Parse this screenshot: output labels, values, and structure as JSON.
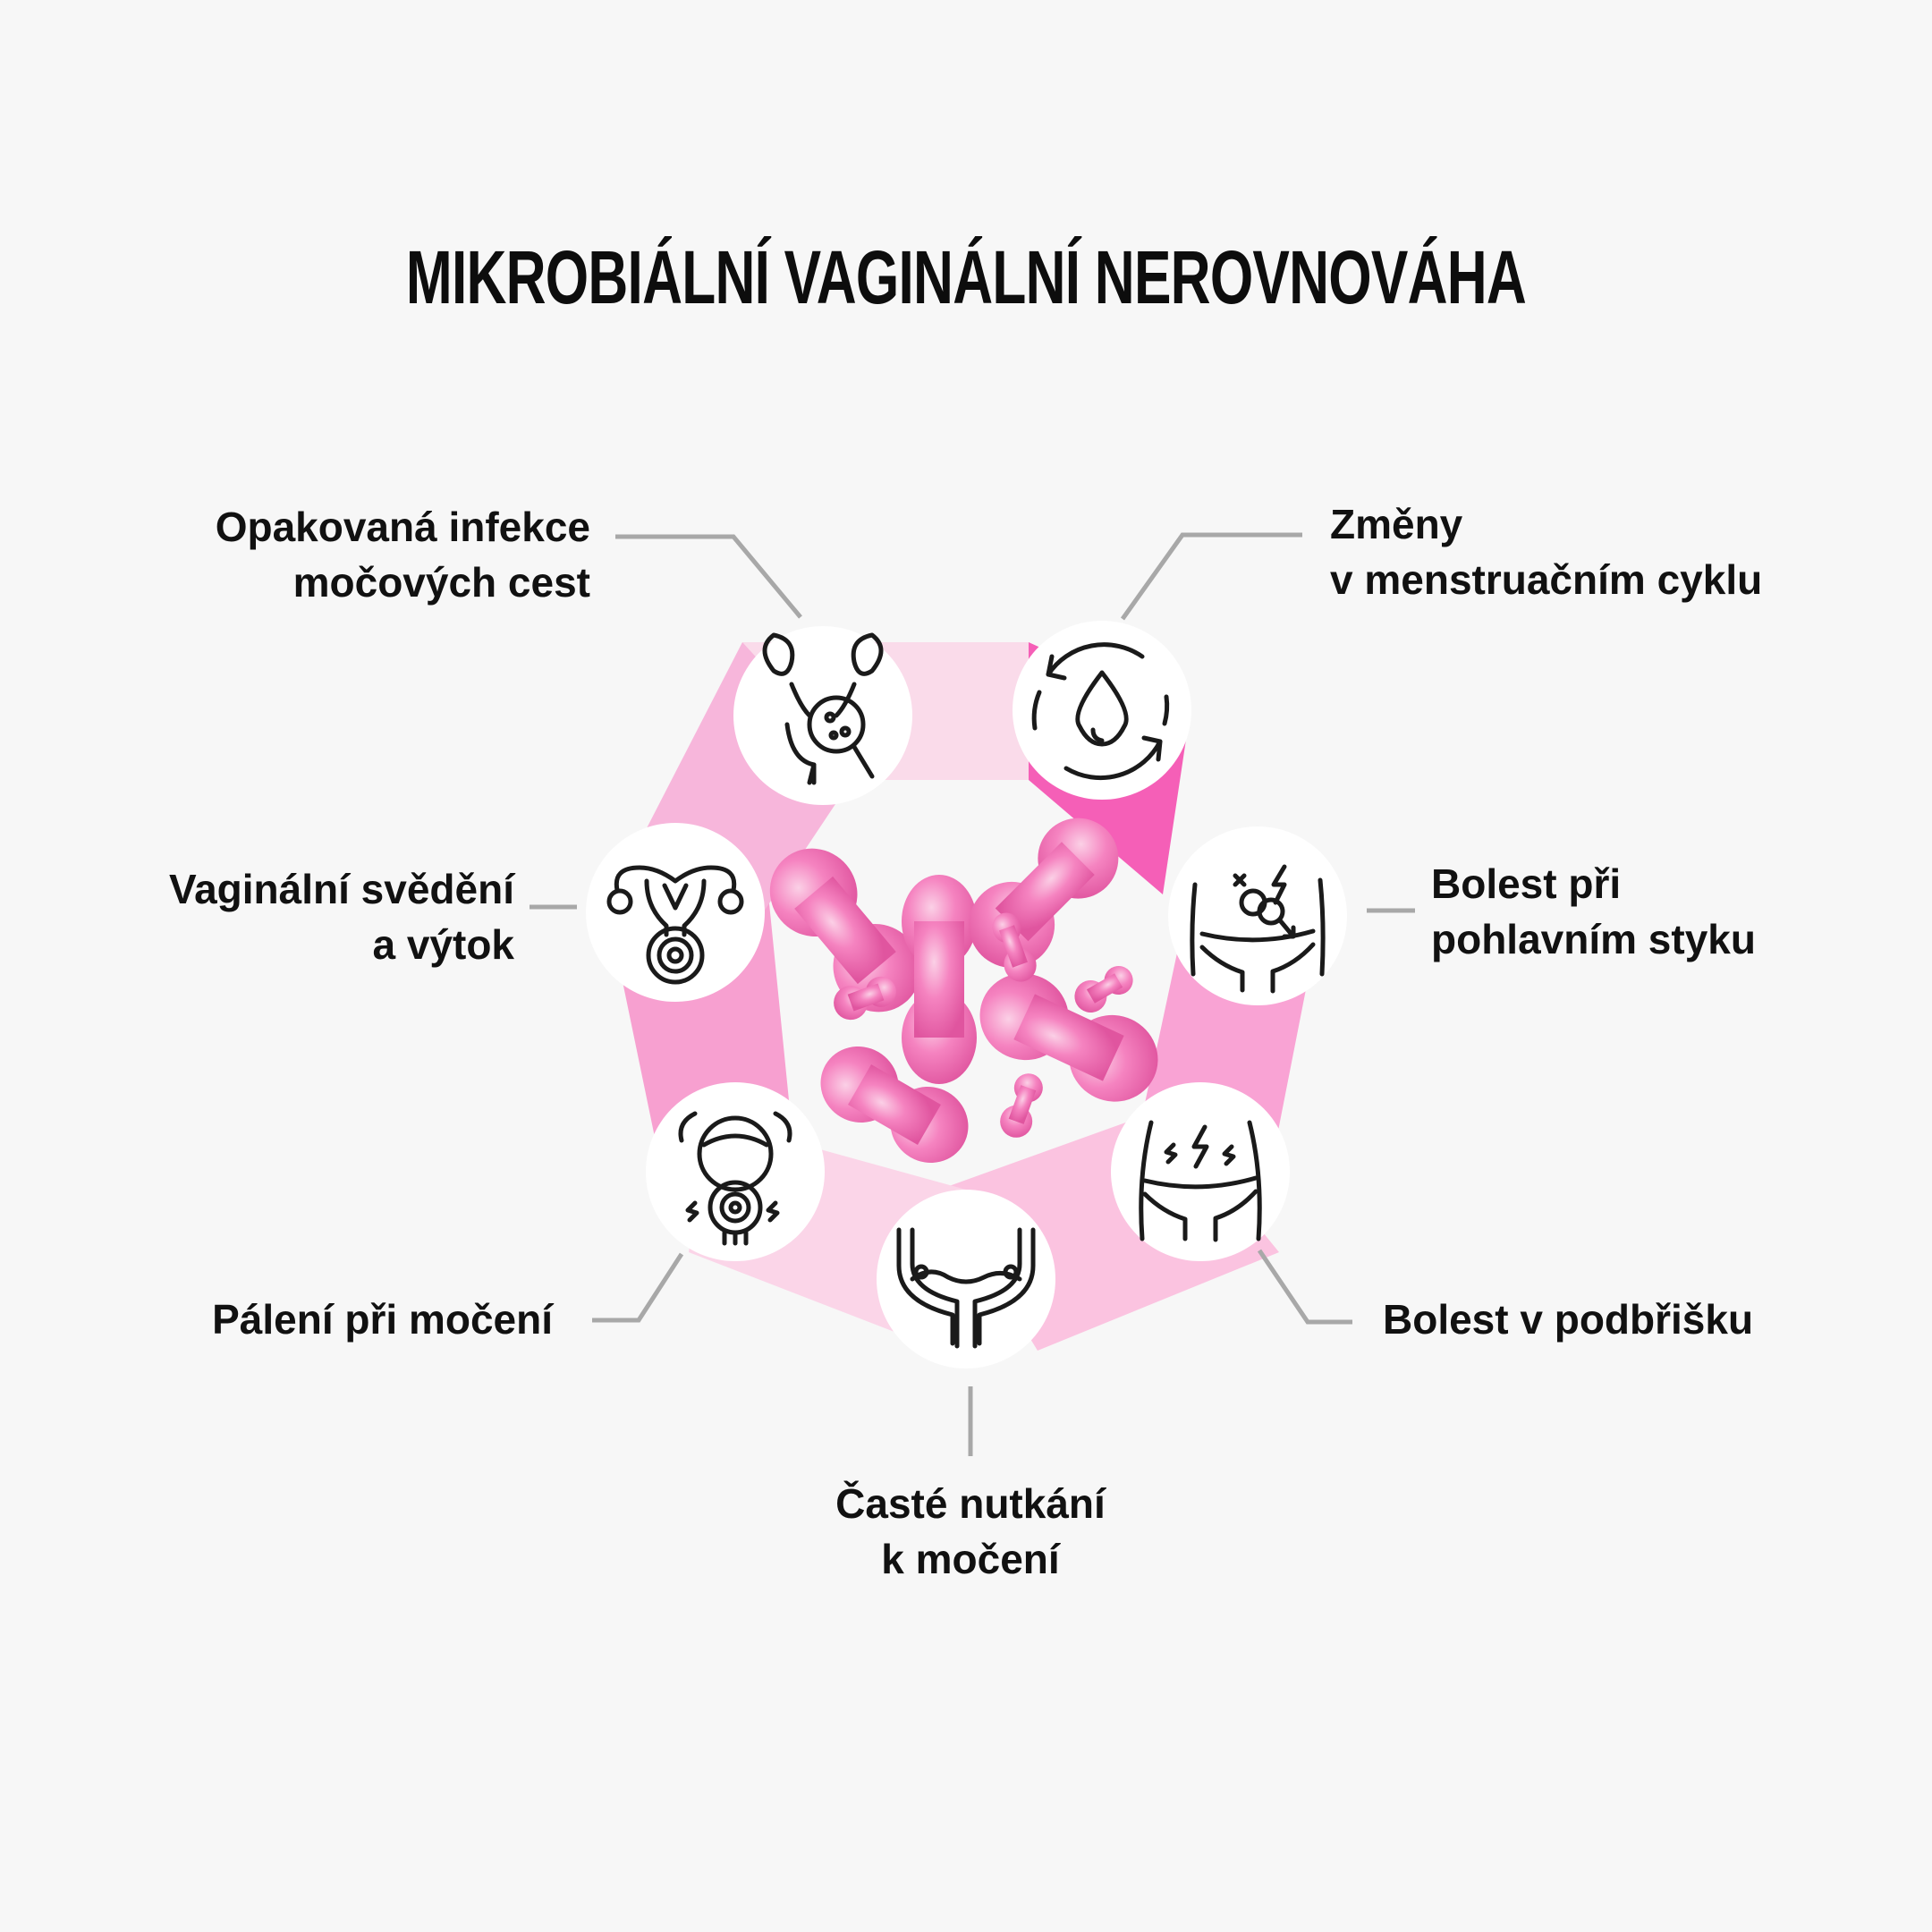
{
  "title": "MIKROBIÁLNÍ VAGINÁLNÍ NEROVNOVÁHA",
  "colors": {
    "background": "#f7f7f7",
    "ring_segments": [
      "#fadbea",
      "#f55fb7",
      "#f9a3d4",
      "#fbc3e0",
      "#fbd5e8",
      "#f7a0d0",
      "#f7b6db"
    ],
    "bacteria": "#f07ab8",
    "connector": "#a8a8a8"
  },
  "symptoms": [
    {
      "icon": "urinary-tract-infection-icon",
      "lines": [
        "Opakovaná infekce",
        "močových cest"
      ]
    },
    {
      "icon": "menstrual-cycle-icon",
      "lines": [
        "Změny",
        "v menstruačním cyklu"
      ]
    },
    {
      "icon": "painful-intercourse-icon",
      "lines": [
        "Bolest při",
        "pohlavním styku"
      ]
    },
    {
      "icon": "abdominal-pain-icon",
      "lines": [
        "Bolest v podbřišku"
      ]
    },
    {
      "icon": "bladder-icon",
      "lines": [
        "Časté nutkání",
        "k močení"
      ]
    },
    {
      "icon": "burning-urination-icon",
      "lines": [
        "Pálení při močení"
      ]
    },
    {
      "icon": "uterus-icon",
      "lines": [
        "Vaginální svědění",
        "a výtok"
      ]
    }
  ]
}
